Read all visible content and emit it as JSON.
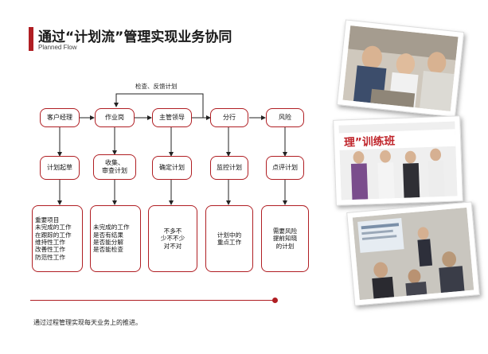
{
  "header": {
    "title": "通过“计划流”管理实现业务协同",
    "subtitle": "Planned Flow"
  },
  "flow": {
    "feedback_label": "检查、反馈计划",
    "top_row": [
      "客户经理",
      "作业岗",
      "主管领导",
      "分行",
      "风险"
    ],
    "middle_row": [
      "计划起草",
      "收集、\n审查计划",
      "确定计划",
      "监控计划",
      "点评计划"
    ],
    "bottom_row": [
      "重要项目\n未完成的工作\n在跟踪的工作\n维持性工作\n改善性工作\n防范性工作",
      "未完成的工作\n是否有结果\n是否能分解\n是否能检查",
      "不多不\n少不不少\n对不对",
      "计划中的\n重点工作",
      "需要风险\n提前知晓\n的计划"
    ]
  },
  "footer": {
    "text": "通过过程管理实现每天业务上的推进。"
  },
  "photos": {
    "banner_text": "理”训练班"
  },
  "colors": {
    "accent": "#b01e23"
  }
}
